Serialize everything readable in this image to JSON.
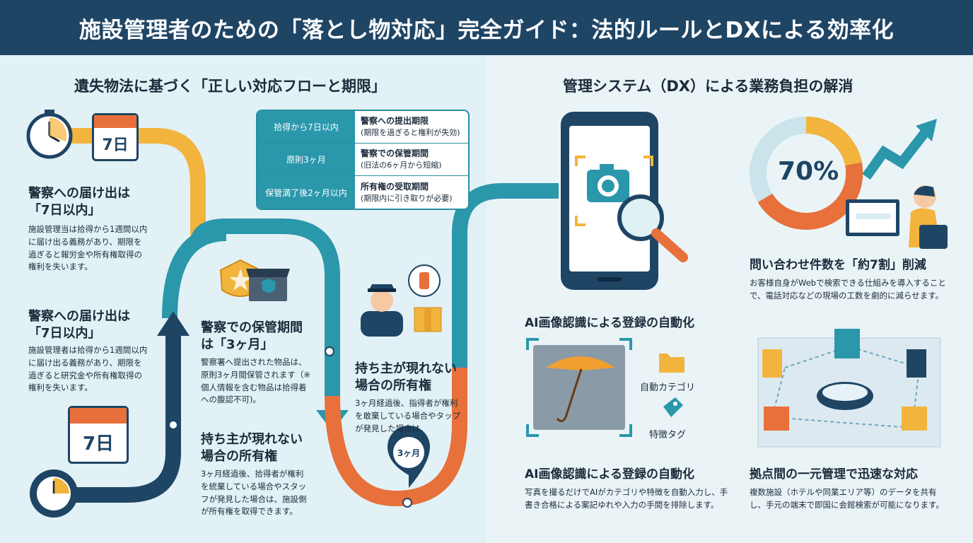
{
  "header": {
    "title": "施設管理者のための「落とし物対応」完全ガイド：法的ルールとDXによる効率化"
  },
  "left_panel": {
    "title": "遺失物法に基づく「正しい対応フローと期限」",
    "calendar_top": "7日",
    "calendar_bottom": "7日",
    "block1": {
      "heading_line1": "警察への届け出は",
      "heading_line2": "「7日以内」",
      "body": "施設管理当は拾得から1週間以内に届け出る義務があり、期限を過ぎると報労金や所有権取得の権利を失います。"
    },
    "block2": {
      "heading_line1": "警察への届け出は",
      "heading_line2": "「7日以内」",
      "body": "施設管理者は拾得から1週間以内に届け出る義務があり、期限を過ぎると研究金や所有権取得の権利を失います。"
    },
    "block3": {
      "heading_line1": "警察での保管期間",
      "heading_line2": "は「3ヶ月」",
      "body": "警察署へ提出された物品は、原則3ヶ月閲保管されます（※個人情報を含む物品は拾得着への腹認不可)。"
    },
    "block4": {
      "heading_line1": "持ち主が現れない",
      "heading_line2": "場合の所有権",
      "body": "3ヶ月経過後、指得者が権利を敢棄している場合やタップが発見した場合は、"
    },
    "block5": {
      "heading_line1": "持ち主が現れない",
      "heading_line2": "場合の所有権",
      "body": "3ヶ月経過後、拾得者が権利を統棄している場合やスタッフが発見した場合は、施設側が所有権を取得できます。"
    },
    "pin_label": "3ヶ月",
    "table": [
      {
        "period": "拾得から7日以内",
        "title": "警察への提出期限",
        "note": "(期限を過ぎると権利が失効)"
      },
      {
        "period": "原則3ヶ月",
        "title": "警察での保管期間",
        "note": "(旧法の6ヶ月から短縮)"
      },
      {
        "period": "保管満了後2ヶ月以内",
        "title": "所有権の受取期間",
        "note": "(期限内に引き取りが必要)"
      }
    ]
  },
  "right_panel": {
    "title": "管理システム（DX）による業務負担の解消",
    "stat_value": "70%",
    "ai_caption": "AI画像認識による登録の自動化",
    "auto_category": "自動カテゴリ",
    "feature_tag": "特徴タグ",
    "block1": {
      "heading": "問い合わせ件数を「約7割」削減",
      "body": "お客様自身がWebで検索できる仕組みを導入することで、電話対応などの現場の工数を劇的に減らせます。"
    },
    "block2": {
      "heading": "AI画像認識による登録の自動化",
      "body": "写真を撮るだけでAIがカテゴリや特徴を自動入力し、手書き合格による案記ゆれや入力の手間を排除します。"
    },
    "block3": {
      "heading": "拠点間の一元管理で迅速な対応",
      "body": "複数施設（ホテルや同業エリア等）のデータを共有し、手元の端末で即国に会館検索が可能になります。"
    }
  },
  "colors": {
    "navy": "#1f4565",
    "teal": "#2a97ab",
    "orange": "#e8703a",
    "yellow": "#f2b43c"
  }
}
